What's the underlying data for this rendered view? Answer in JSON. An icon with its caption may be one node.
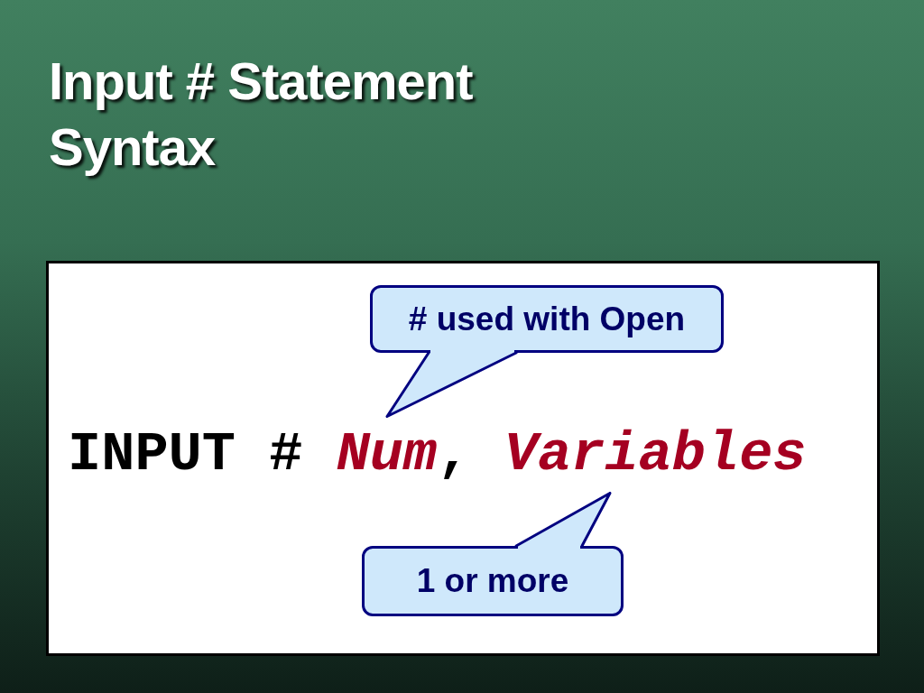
{
  "diagram": {
    "title": "Input # Statement Syntax",
    "nodes": [
      {
        "text": [
          "# used with Open"
        ]
      },
      {
        "text": [
          "INPUT # *Num*, *Variables*"
        ]
      },
      {
        "text": [
          "1 or more"
        ]
      }
    ],
    "edges": [
      {
        "from": 0,
        "to": 1,
        "arrow": "none"
      },
      {
        "from": 2,
        "to": 1,
        "arrow": "none"
      }
    ]
  }
}
